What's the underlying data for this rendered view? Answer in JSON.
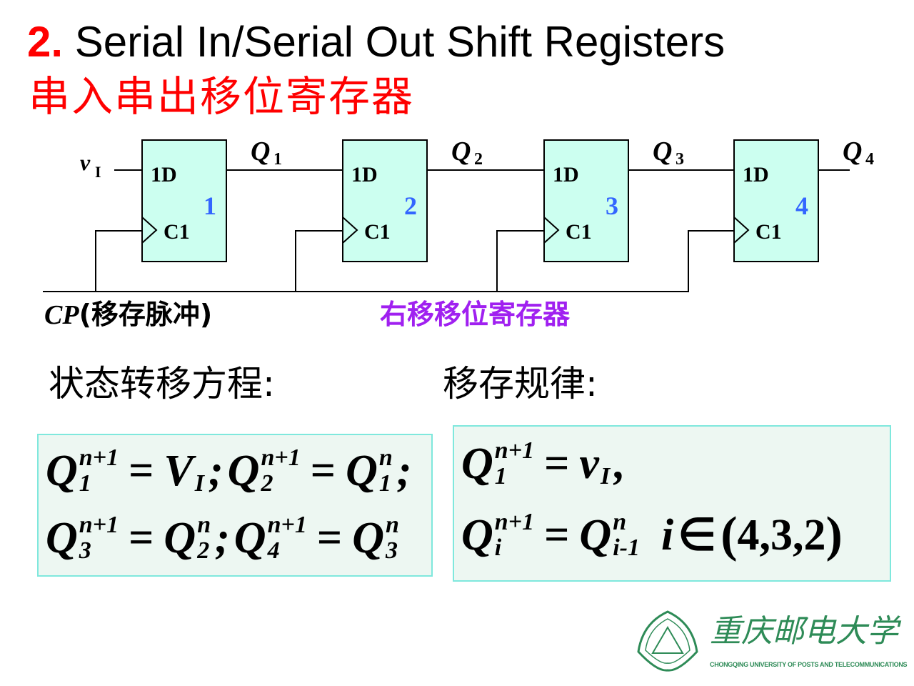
{
  "title": {
    "number": "2.",
    "text": " Serial In/Serial Out Shift Registers",
    "chinese": "串入串出移位寄存器"
  },
  "circuit": {
    "input_label": "v",
    "input_sub": "I",
    "flipflops": [
      {
        "d": "1D",
        "c": "C1",
        "index": "1",
        "out": "Q",
        "out_sub": "1"
      },
      {
        "d": "1D",
        "c": "C1",
        "index": "2",
        "out": "Q",
        "out_sub": "2"
      },
      {
        "d": "1D",
        "c": "C1",
        "index": "3",
        "out": "Q",
        "out_sub": "3"
      },
      {
        "d": "1D",
        "c": "C1",
        "index": "4",
        "out": "Q",
        "out_sub": "4"
      }
    ],
    "clock_label_italic": "CP",
    "clock_label_rest": "(移存脉冲)",
    "type_label": "右移移位寄存器",
    "colors": {
      "box_fill": "#ccfff0",
      "index_color": "#3366ff",
      "type_label": "#a020f0"
    }
  },
  "headings": {
    "left": "状态转移方程:",
    "right": "移存规律:"
  },
  "equations_left": {
    "row1": {
      "q1": "Q",
      "q1sub": "1",
      "sup": "n+1",
      "v": "V",
      "vsub": "I",
      "q2": "Q",
      "q2sub": "2",
      "q1b": "Q",
      "q1bsub": "1",
      "n": "n"
    },
    "row2": {
      "q3": "Q",
      "q3sub": "3",
      "sup": "n+1",
      "q2": "Q",
      "q2sub": "2",
      "q4": "Q",
      "q4sub": "4",
      "q3b": "Q",
      "q3bsub": "3",
      "n": "n"
    }
  },
  "equations_right": {
    "row1": {
      "q": "Q",
      "qsub": "1",
      "sup": "n+1",
      "v": "v",
      "vsub": "I"
    },
    "row2": {
      "q": "Q",
      "qsub": "i",
      "sup": "n+1",
      "q2": "Q",
      "q2sub": "i-1",
      "n": "n",
      "i": "i",
      "in": "∈",
      "set": "4,3,2"
    }
  },
  "logo": {
    "name": "重庆邮电大学",
    "english": "CHONGQING UNIVERSITY OF POSTS AND TELECOMMUNICATIONS",
    "color": "#2e8b57"
  }
}
